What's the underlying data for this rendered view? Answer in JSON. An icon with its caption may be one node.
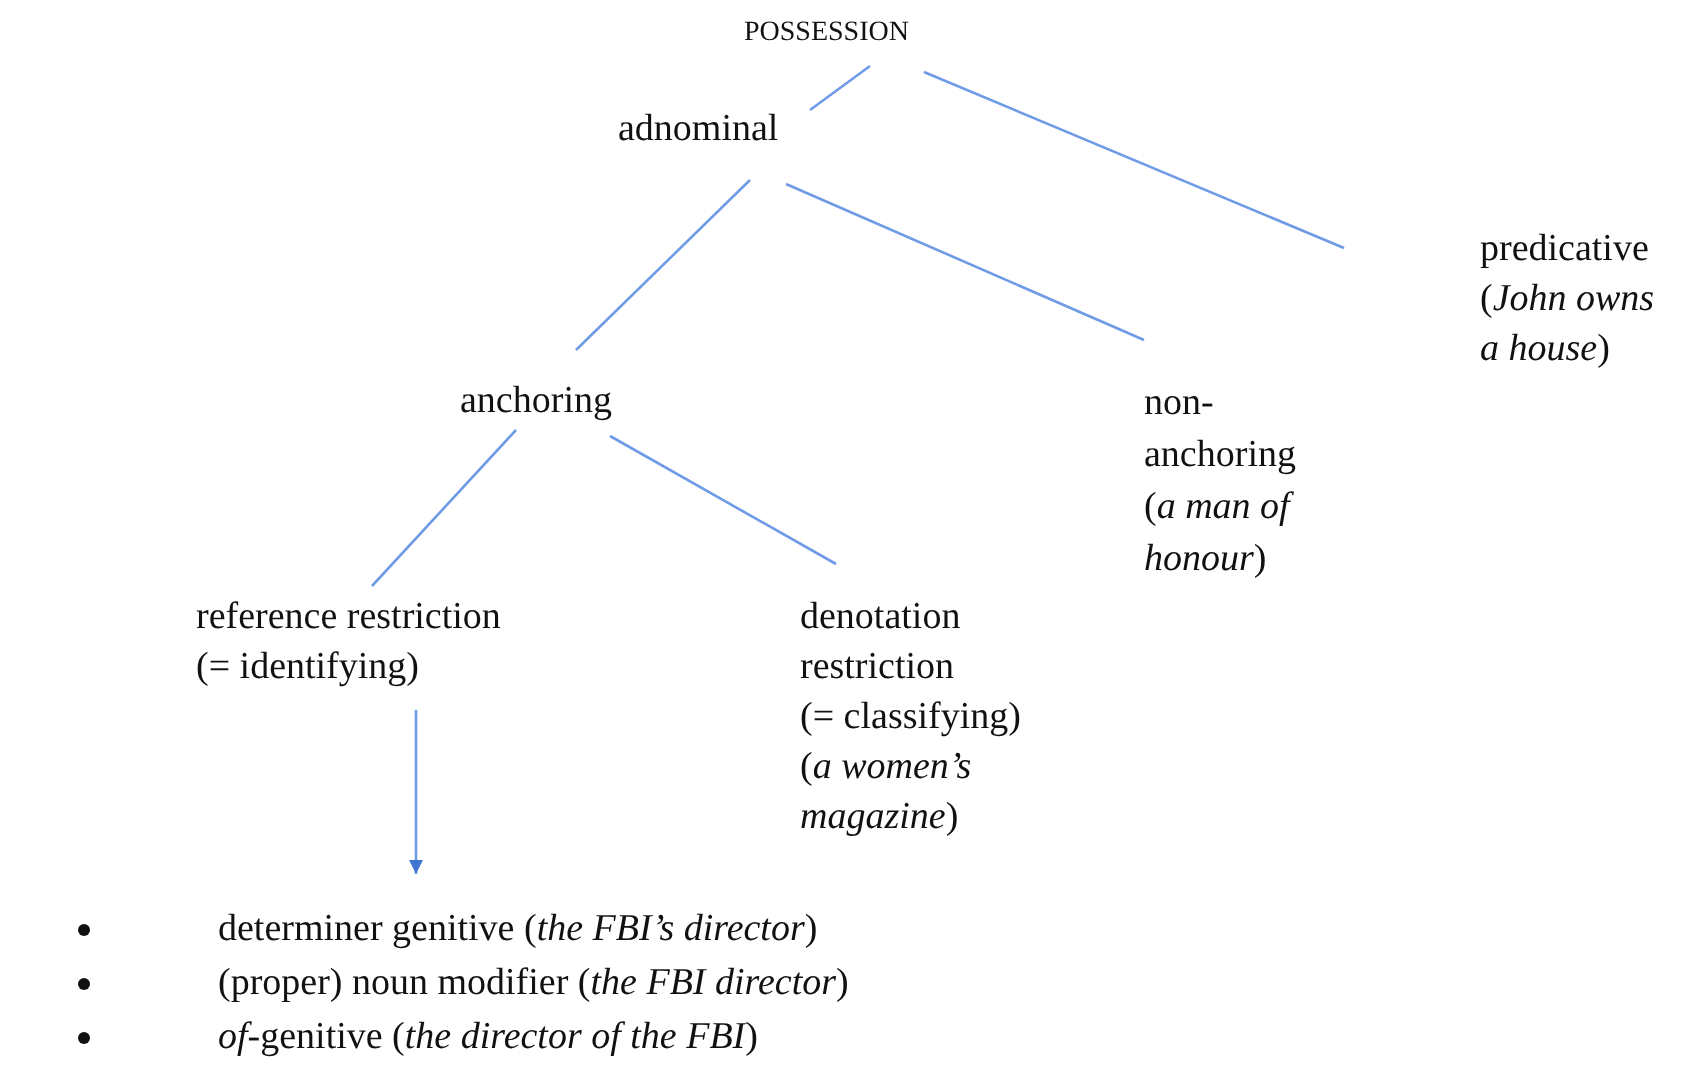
{
  "diagram": {
    "nodes": [
      {
        "text": [
          "POSSESSION"
        ]
      },
      {
        "text": [
          "adnominal"
        ]
      },
      {
        "text": [
          "predicative (*John owns a house*)"
        ]
      },
      {
        "text": [
          "anchoring"
        ]
      },
      {
        "text": [
          "non-anchoring",
          "(*a man of honour*)"
        ]
      },
      {
        "text": [
          "reference restriction",
          "(= identifying)"
        ]
      },
      {
        "text": [
          "denotation restriction",
          "(= classifying)",
          "(*a women’s magazine*)"
        ]
      },
      {
        "text": [
          "determiner genitive (*the FBI’s director*)",
          "(proper) noun modifier (*the FBI director*)",
          "*of*-genitive (*the director of the FBI*)"
        ]
      }
    ],
    "edges": [
      {
        "from": 0,
        "to": 1,
        "arrow": "none"
      },
      {
        "from": 0,
        "to": 2,
        "arrow": "none"
      },
      {
        "from": 1,
        "to": 3,
        "arrow": "none"
      },
      {
        "from": 1,
        "to": 4,
        "arrow": "none"
      },
      {
        "from": 3,
        "to": 5,
        "arrow": "none"
      },
      {
        "from": 3,
        "to": 6,
        "arrow": "none"
      },
      {
        "from": 5,
        "to": 7,
        "arrow": "to"
      }
    ]
  }
}
